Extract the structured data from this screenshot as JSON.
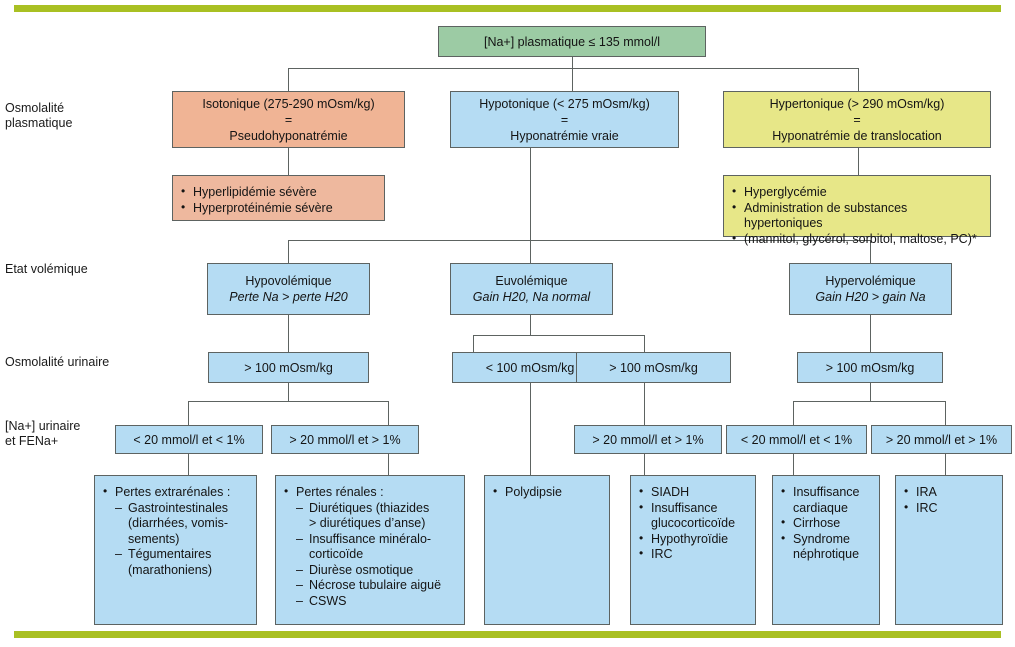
{
  "colors": {
    "rule": "#a9c023",
    "green": "#9ccba4",
    "salmon": "#f0b495",
    "blue": "#b5dcf3",
    "yellow": "#e7e788",
    "border": "#5d6361"
  },
  "row_labels": {
    "osmolalite_plasmatique": "Osmolalité\nplasmatique",
    "etat_volemique": "Etat volémique",
    "osmolalite_urinaire": "Osmolalité urinaire",
    "na_urinaire": "[Na+] urinaire\net FENa+"
  },
  "root": {
    "text": "[Na+] plasmatique ≤ 135 mmol/l"
  },
  "plasma_osmolality": {
    "isotonic": {
      "line1": "Isotonique (275-290 mOsm/kg)",
      "line2": "=",
      "line3": "Pseudohyponatrémie"
    },
    "hypotonic": {
      "line1": "Hypotonique (< 275 mOsm/kg)",
      "line2": "=",
      "line3": "Hyponatrémie vraie"
    },
    "hypertonic": {
      "line1": "Hypertonique (> 290 mOsm/kg)",
      "line2": "=",
      "line3": "Hyponatrémie de translocation"
    }
  },
  "isotonic_causes": [
    "Hyperlipidémie sévère",
    "Hyperprotéinémie sévère"
  ],
  "hypertonic_causes": [
    "Hyperglycémie",
    "Administration de substances hypertoniques",
    "(mannitol, glycérol, sorbitol, maltose, PC)*"
  ],
  "volemic_status": {
    "hypovolemic": {
      "line1": "Hypovolémique",
      "line2": "Perte Na > perte H20"
    },
    "euvolemic": {
      "line1": "Euvolémique",
      "line2": "Gain H20, Na normal"
    },
    "hypervolemic": {
      "line1": "Hypervolémique",
      "line2": "Gain H20 > gain Na"
    }
  },
  "urine_osmolality": {
    "hypo_high": "> 100 mOsm/kg",
    "euv_low": "< 100 mOsm/kg",
    "euv_high": "> 100 mOsm/kg",
    "hyper_high": "> 100 mOsm/kg"
  },
  "urine_na_fena": {
    "hypo_low": "< 20 mmol/l et < 1%",
    "hypo_high": "> 20 mmol/l et > 1%",
    "euv_high": "> 20 mmol/l et > 1%",
    "hyper_low": "< 20 mmol/l et < 1%",
    "hyper_high": "> 20 mmol/l et > 1%"
  },
  "outcomes": {
    "extrarenal": {
      "head": "Pertes extrarénales :",
      "items": [
        "Gastrointestinales",
        "(diarrhées, vomis-",
        "sements)",
        "Tégumentaires",
        "(marathoniens)"
      ]
    },
    "renal": {
      "head": "Pertes rénales :",
      "items": [
        "Diurétiques (thiazides",
        "> diurétiques d’anse)",
        "Insuffisance minéralo-",
        "corticoïde",
        "Diurèse osmotique",
        "Nécrose tubulaire aiguë",
        "CSWS"
      ]
    },
    "polydipsia": {
      "items": [
        "Polydipsie"
      ]
    },
    "siadh": {
      "items": [
        "SIADH",
        "Insuffisance",
        "glucocorticoïde",
        "Hypothyroïdie",
        "IRC"
      ]
    },
    "cardiac": {
      "items": [
        "Insuffisance",
        "cardiaque",
        "Cirrhose",
        "Syndrome",
        "néphrotique"
      ]
    },
    "ira_irc": {
      "items": [
        "IRA",
        "IRC"
      ]
    }
  }
}
